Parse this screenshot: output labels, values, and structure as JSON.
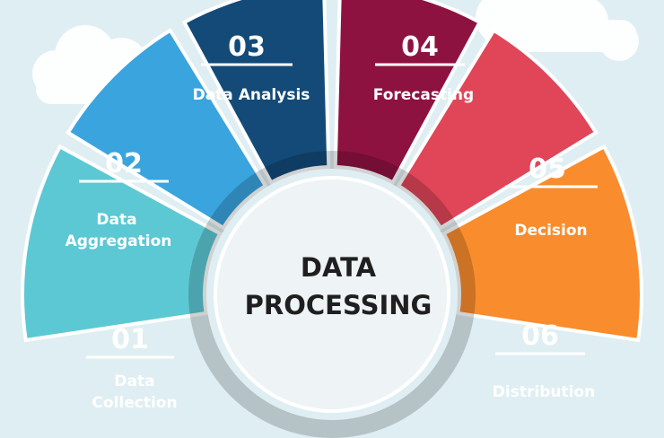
{
  "center": {
    "line1": "DATA",
    "line2": "PROCESSING"
  },
  "steps": [
    {
      "number": "01",
      "label_lines": [
        "Data",
        "Collection"
      ],
      "color": "#5cc8d4"
    },
    {
      "number": "02",
      "label_lines": [
        "Data",
        "Aggregation"
      ],
      "color": "#3aa4de"
    },
    {
      "number": "03",
      "label_lines": [
        "Data Analysis"
      ],
      "color": "#134a78"
    },
    {
      "number": "04",
      "label_lines": [
        "Forecasting"
      ],
      "color": "#8e1240"
    },
    {
      "number": "05",
      "label_lines": [
        "Decision"
      ],
      "color": "#e04558"
    },
    {
      "number": "06",
      "label_lines": [
        "Distribution"
      ],
      "color": "#f98c2c"
    }
  ],
  "colors": {
    "background": "#dfeef2",
    "cloud": "#ffffff",
    "center_fill": "#eef3f5",
    "title_text": "#1f1f1f"
  }
}
